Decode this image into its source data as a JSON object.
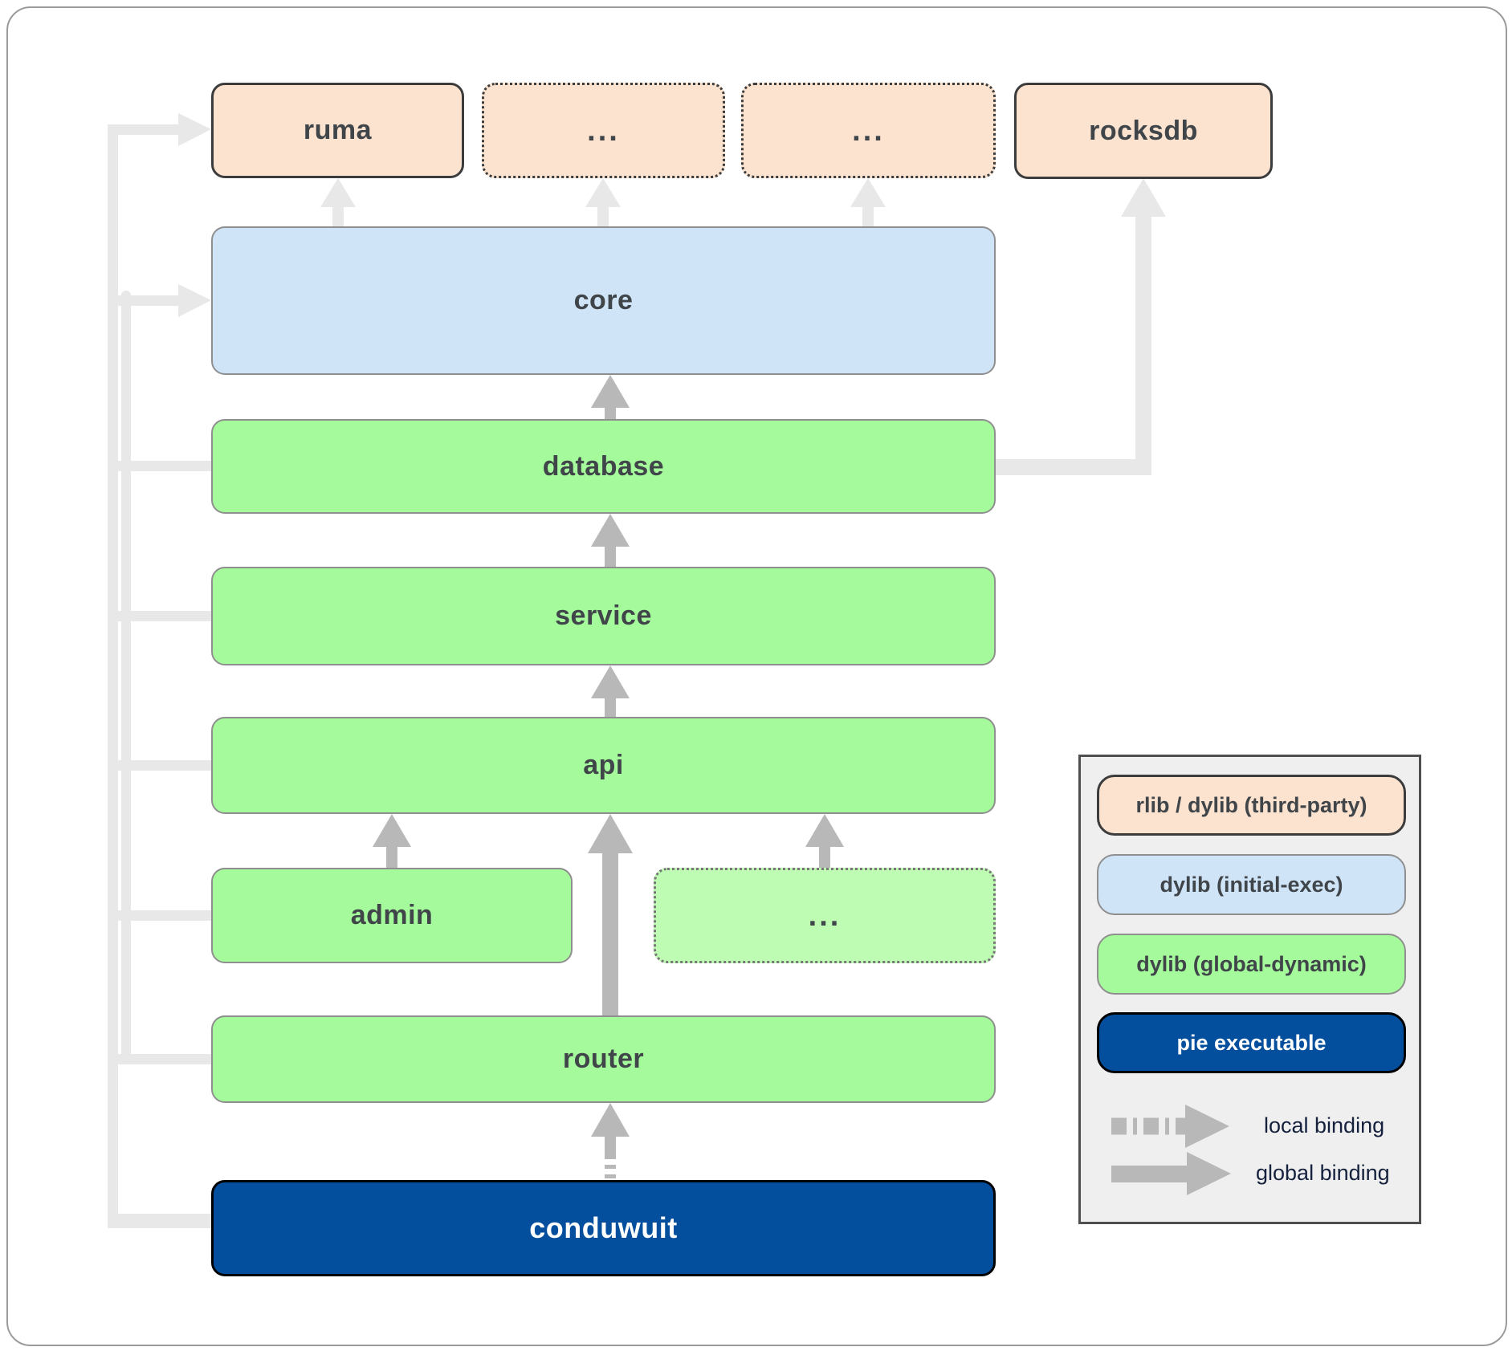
{
  "diagram": {
    "nodes": {
      "ruma": "ruma",
      "third_more_1": "...",
      "third_more_2": "...",
      "rocksdb": "rocksdb",
      "core": "core",
      "database": "database",
      "service": "service",
      "api": "api",
      "admin": "admin",
      "api_more": "...",
      "router": "router",
      "conduwuit": "conduwuit"
    },
    "edges": [
      {
        "from": "core",
        "to": "ruma",
        "binding": "global"
      },
      {
        "from": "core",
        "to": "third_more_1",
        "binding": "global"
      },
      {
        "from": "core",
        "to": "third_more_2",
        "binding": "global"
      },
      {
        "from": "database",
        "to": "rocksdb",
        "binding": "global"
      },
      {
        "from": "database",
        "to": "core",
        "binding": "global"
      },
      {
        "from": "service",
        "to": "database",
        "binding": "global"
      },
      {
        "from": "api",
        "to": "service",
        "binding": "global"
      },
      {
        "from": "admin",
        "to": "api",
        "binding": "global"
      },
      {
        "from": "api_more",
        "to": "api",
        "binding": "global"
      },
      {
        "from": "router",
        "to": "api",
        "binding": "global"
      },
      {
        "from": "conduwuit",
        "to": "router",
        "binding": "local"
      },
      {
        "from": "conduwuit",
        "to": "ruma,core,database,service,api,admin,router",
        "binding": "global"
      }
    ],
    "legend": {
      "items": [
        {
          "label": "rlib / dylib (third-party)",
          "kind": "third-party"
        },
        {
          "label": "dylib (initial-exec)",
          "kind": "initial-exec"
        },
        {
          "label": "dylib (global-dynamic)",
          "kind": "global-dynamic"
        },
        {
          "label": "pie executable",
          "kind": "pie-executable"
        }
      ],
      "bindings": [
        {
          "label": "local binding",
          "arrow_style": "dashed"
        },
        {
          "label": "global binding",
          "arrow_style": "solid"
        }
      ]
    },
    "colors": {
      "peach": "#fce3d0",
      "blue": "#d0e4f8",
      "green": "#a5fb9b",
      "green_light": "#bdfcb2",
      "navy": "#034f9d",
      "dark_border": "#3c3c3c",
      "gray_border": "#8f8f8f",
      "panel_border": "#9b9b9b",
      "legend_bg": "#efefef",
      "arrow_dark": "#b8b8b8",
      "arrow_light": "#e8e8e8",
      "label": "#40454a",
      "binding_text": "#14203c"
    }
  }
}
